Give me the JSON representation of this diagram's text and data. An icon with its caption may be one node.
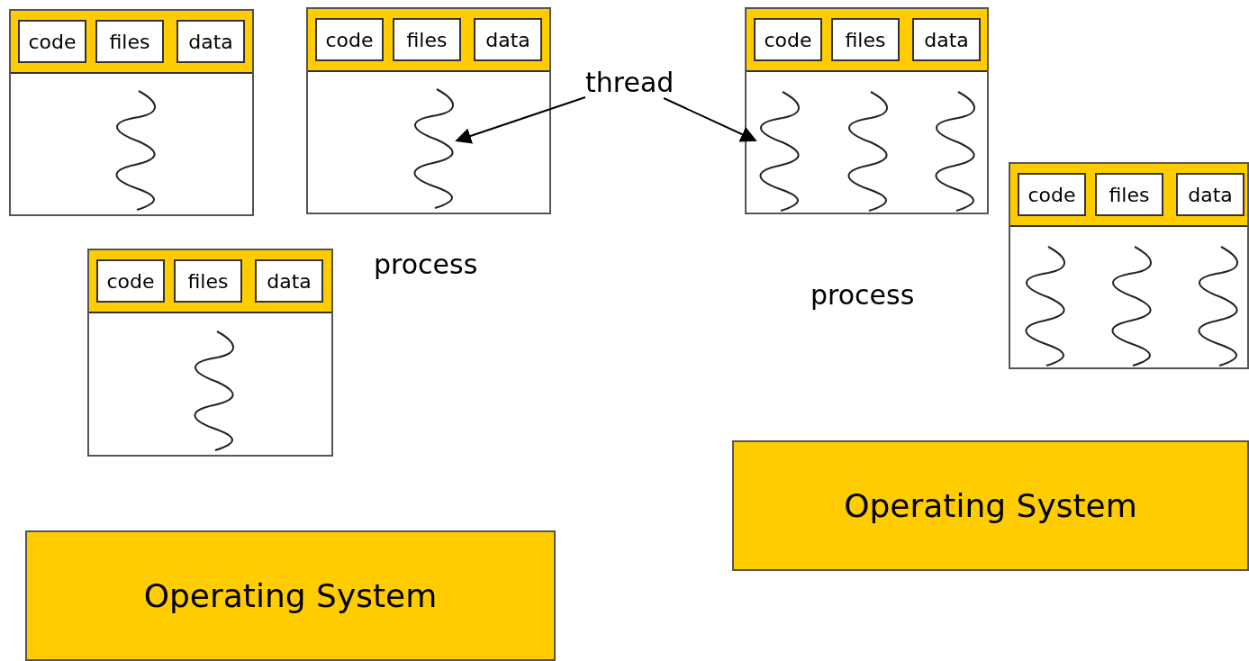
{
  "diagram": {
    "nodes": [
      {
        "text": [],
        "shape": "box"
      },
      {
        "text": [
          "code"
        ],
        "in": 0
      },
      {
        "text": [
          "files"
        ],
        "in": 0
      },
      {
        "text": [
          "data"
        ],
        "in": 0
      },
      {
        "text": [],
        "shape": "box"
      },
      {
        "text": [
          "code"
        ],
        "in": 4
      },
      {
        "text": [
          "files"
        ],
        "in": 4
      },
      {
        "text": [
          "data"
        ],
        "in": 4
      },
      {
        "text": [],
        "shape": "wave",
        "in": 4
      },
      {
        "text": [
          "thread"
        ]
      },
      {
        "text": [],
        "shape": "box"
      },
      {
        "text": [
          "code"
        ],
        "in": 10
      },
      {
        "text": [
          "files"
        ],
        "in": 10
      },
      {
        "text": [
          "data"
        ],
        "in": 10
      },
      {
        "text": [],
        "shape": "wave",
        "in": 10
      },
      {
        "text": [],
        "shape": "box"
      },
      {
        "text": [
          "code"
        ],
        "in": 15
      },
      {
        "text": [
          "files"
        ],
        "in": 15
      },
      {
        "text": [
          "data"
        ],
        "in": 15
      },
      {
        "text": [],
        "shape": "box"
      },
      {
        "text": [
          "code"
        ],
        "in": 19
      },
      {
        "text": [
          "files"
        ],
        "in": 19
      },
      {
        "text": [
          "data"
        ],
        "in": 19
      },
      {
        "text": [
          "Operating System"
        ]
      },
      {
        "text": [
          "Operating System"
        ]
      }
    ],
    "edges": [
      {
        "from": 9,
        "to": 8,
        "arrow": "to"
      },
      {
        "from": 9,
        "to": 14,
        "arrow": "to"
      }
    ],
    "labels": [
      "process",
      "process"
    ]
  }
}
